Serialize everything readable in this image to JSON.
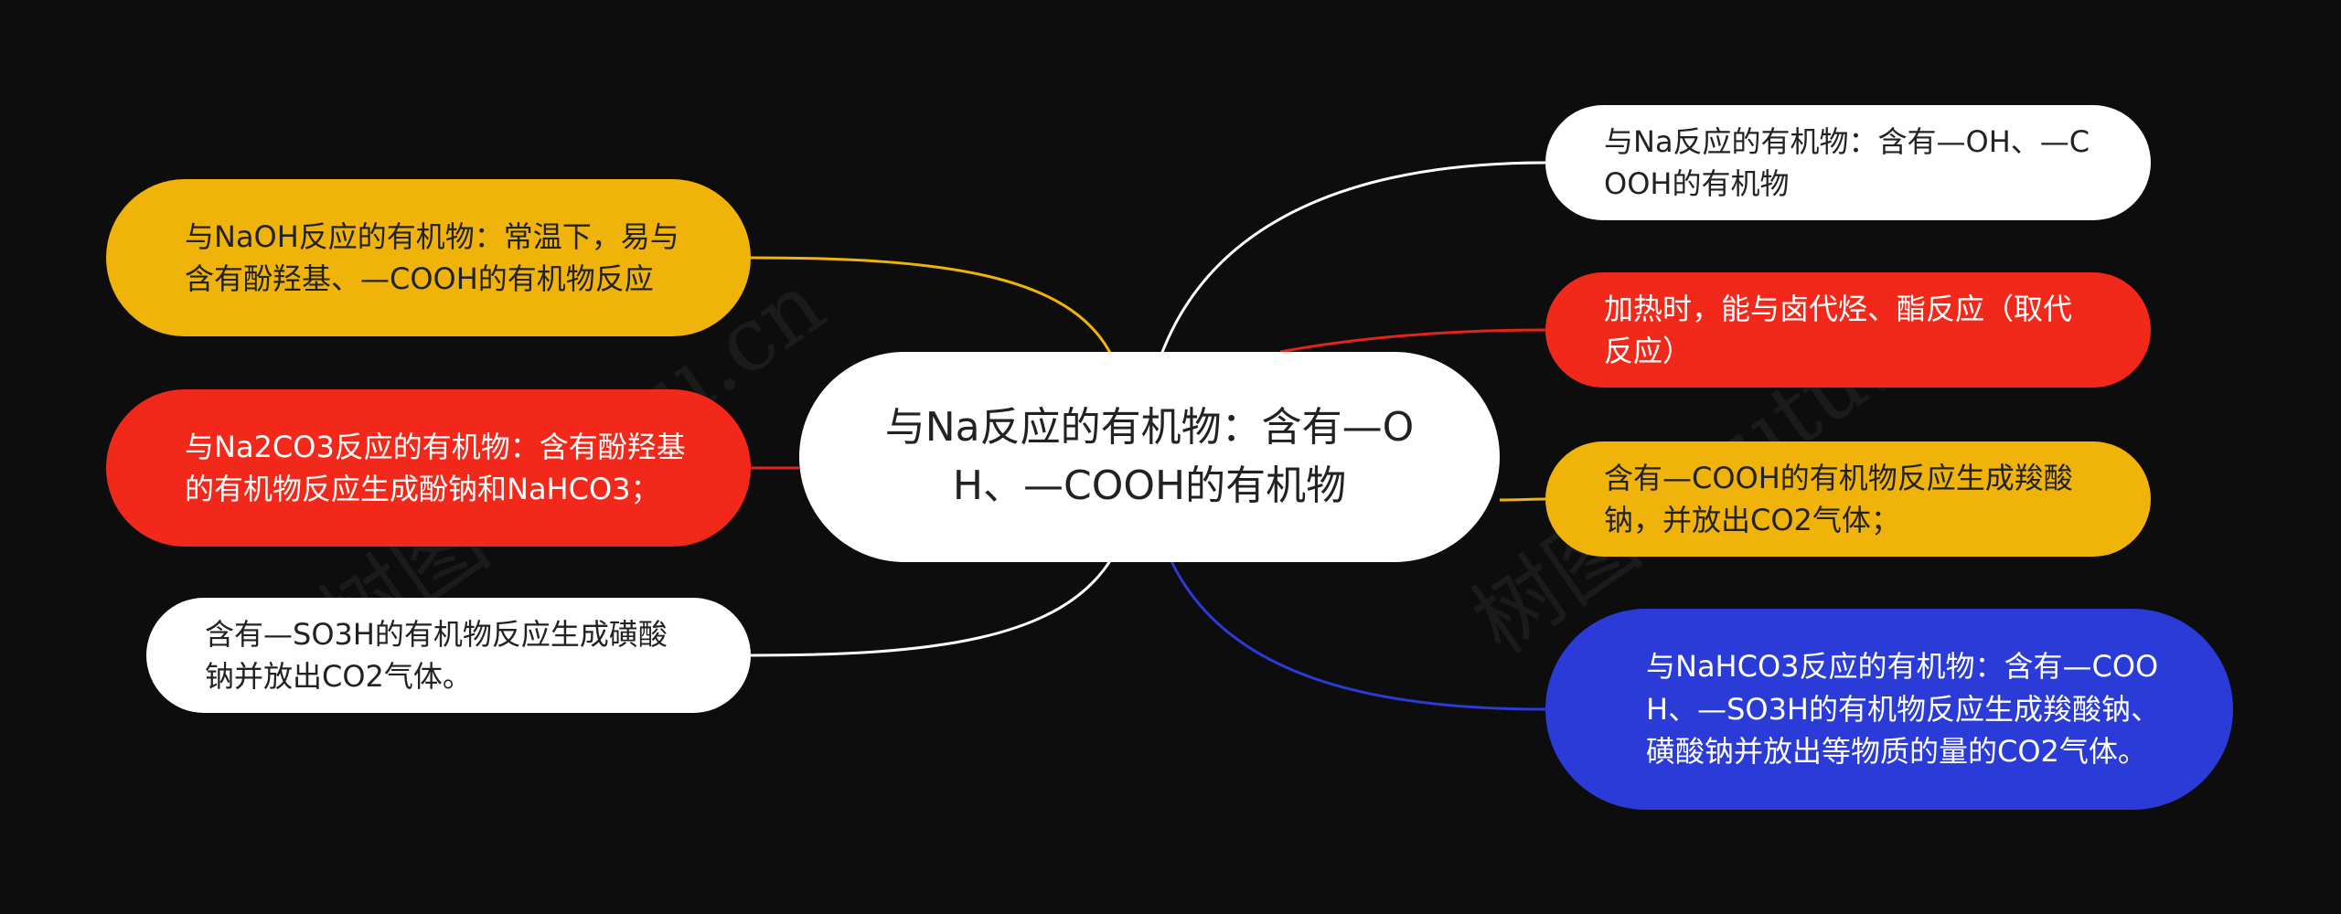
{
  "watermark": "树图 shutu.cn",
  "colors": {
    "background": "#0d0d0e",
    "white": "#ffffff",
    "yellow": "#efb30a",
    "red": "#f2291a",
    "blue": "#2a3bd7"
  },
  "mindmap": {
    "center": {
      "text": "与Na反应的有机物：含有—OH、—COOH的有机物"
    },
    "right": [
      {
        "text": "与Na反应的有机物：含有—OH、—COOH的有机物",
        "color": "white"
      },
      {
        "text": "加热时，能与卤代烃、酯反应（取代反应）",
        "color": "red"
      },
      {
        "text": "含有—COOH的有机物反应生成羧酸钠，并放出CO2气体；",
        "color": "yellow"
      },
      {
        "text": "与NaHCO3反应的有机物：含有—COOH、—SO3H的有机物反应生成羧酸钠、磺酸钠并放出等物质的量的CO2气体。",
        "color": "blue"
      }
    ],
    "left": [
      {
        "text": "与NaOH反应的有机物：常温下，易与含有酚羟基、—COOH的有机物反应",
        "color": "yellow"
      },
      {
        "text": "与Na2CO3反应的有机物：含有酚羟基的有机物反应生成酚钠和NaHCO3；",
        "color": "red"
      },
      {
        "text": "含有—SO3H的有机物反应生成磺酸钠并放出CO2气体。",
        "color": "white"
      }
    ]
  }
}
